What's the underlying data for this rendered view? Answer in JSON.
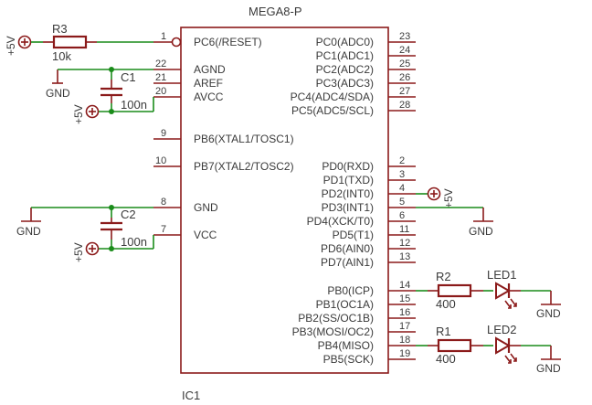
{
  "ic": {
    "part": "MEGA8-P",
    "name": "IC1",
    "left_pins": [
      {
        "num": "1",
        "label": "PC6(/RESET)"
      },
      {
        "num": "22",
        "label": "AGND"
      },
      {
        "num": "21",
        "label": "AREF"
      },
      {
        "num": "20",
        "label": "AVCC"
      },
      {
        "num": "9",
        "label": "PB6(XTAL1/TOSC1)"
      },
      {
        "num": "10",
        "label": "PB7(XTAL2/TOSC2)"
      },
      {
        "num": "8",
        "label": "GND"
      },
      {
        "num": "7",
        "label": "VCC"
      }
    ],
    "right_pins": [
      {
        "num": "23",
        "label": "PC0(ADC0)"
      },
      {
        "num": "24",
        "label": "PC1(ADC1)"
      },
      {
        "num": "25",
        "label": "PC2(ADC2)"
      },
      {
        "num": "26",
        "label": "PC3(ADC3)"
      },
      {
        "num": "27",
        "label": "PC4(ADC4/SDA)"
      },
      {
        "num": "28",
        "label": "PC5(ADC5/SCL)"
      },
      {
        "num": "2",
        "label": "PD0(RXD)"
      },
      {
        "num": "3",
        "label": "PD1(TXD)"
      },
      {
        "num": "4",
        "label": "PD2(INT0)"
      },
      {
        "num": "5",
        "label": "PD3(INT1)"
      },
      {
        "num": "6",
        "label": "PD4(XCK/T0)"
      },
      {
        "num": "11",
        "label": "PD5(T1)"
      },
      {
        "num": "12",
        "label": "PD6(AIN0)"
      },
      {
        "num": "13",
        "label": "PD7(AIN1)"
      },
      {
        "num": "14",
        "label": "PB0(ICP)"
      },
      {
        "num": "15",
        "label": "PB1(OC1A)"
      },
      {
        "num": "16",
        "label": "PB2(SS/OC1B)"
      },
      {
        "num": "17",
        "label": "PB3(MOSI/OC2)"
      },
      {
        "num": "18",
        "label": "PB4(MISO)"
      },
      {
        "num": "19",
        "label": "PB5(SCK)"
      }
    ]
  },
  "components": {
    "r3": {
      "name": "R3",
      "value": "10k"
    },
    "c1": {
      "name": "C1",
      "value": "100n"
    },
    "c2": {
      "name": "C2",
      "value": "100n"
    },
    "r2": {
      "name": "R2",
      "value": "400"
    },
    "r1": {
      "name": "R1",
      "value": "400"
    },
    "led1": {
      "name": "LED1"
    },
    "led2": {
      "name": "LED2"
    }
  },
  "supply": {
    "vcc": "+5V",
    "gnd": "GND"
  },
  "colors": {
    "wire": "#1a8c1a",
    "part": "#8b1a1a",
    "text": "#3a3a3a"
  }
}
